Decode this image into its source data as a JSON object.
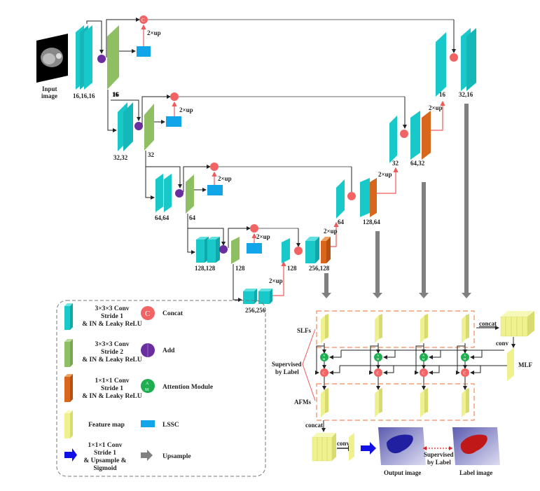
{
  "diagram": {
    "input_label_1": "Input",
    "input_label_2": "image",
    "up_label": "2×up",
    "concat_glyph": "C",
    "encoder": {
      "l1_conv": "16,16,16",
      "l1_down": "16",
      "l1_skip_in": "16",
      "l2_conv": "32,32",
      "l2_down": "32",
      "l3_conv": "64,64",
      "l3_down": "64",
      "l4_conv": "128,128",
      "l4_down": "128",
      "bottleneck": "256,256"
    },
    "decoder": {
      "d4_up": "128",
      "d4_conv": "256,128",
      "d3_up": "64",
      "d3_conv": "128,64",
      "d2_up": "32",
      "d2_conv": "64,32",
      "d1_up": "16",
      "d1_conv": "32,16"
    },
    "fusion": {
      "slfs": "SLFs",
      "afms": "AFMs",
      "supervised_1": "Supervised",
      "supervised_2": "by Label",
      "concat": "concat",
      "conv": "conv",
      "mlf": "MLF",
      "concat_bottom": "concat",
      "conv_bottom": "conv",
      "am_a": "A",
      "am_m": "M"
    },
    "outputs": {
      "output_image": "Output image",
      "label_image": "Label image",
      "supervised_1": "Supervised",
      "supervised_2": "by Label"
    }
  },
  "legend": {
    "items": [
      {
        "icon": "cyan-conv-block",
        "lines": [
          "3×3×3 Conv",
          "Stride 1",
          "& IN & Leaky ReLU"
        ],
        "color": "#19c8c8"
      },
      {
        "icon": "green-conv-block",
        "lines": [
          "3×3×3 Conv",
          "Stride 2",
          "& IN & Leaky ReLU"
        ],
        "color": "#8ec063"
      },
      {
        "icon": "orange-conv-block",
        "lines": [
          "1×1×1 Conv",
          "Stride 1",
          "& IN & Leaky ReLU"
        ],
        "color": "#d8661c"
      },
      {
        "icon": "feature-map",
        "lines": [
          "Feature map"
        ],
        "color": "#eef18e"
      },
      {
        "icon": "blue-arrow",
        "lines": [
          "1×1×1 Conv",
          "Stride 1",
          "& Upsample &",
          "Sigmoid"
        ],
        "color": "#1010e6"
      }
    ],
    "ops": [
      {
        "icon": "concat-circle",
        "glyph": "C",
        "label": "Concat",
        "color": "#f26464"
      },
      {
        "icon": "add-circle",
        "label": "Add",
        "color": "#6a2ea0"
      },
      {
        "icon": "attention-circle",
        "glyph_a": "A",
        "glyph_m": "M",
        "label": "Attention Module",
        "color": "#1fae4f"
      },
      {
        "icon": "lssc-rect",
        "label": "LSSC",
        "color": "#12a6e8"
      },
      {
        "icon": "gray-arrow",
        "label": "Upsample",
        "color": "#7a7a7a"
      }
    ]
  },
  "colors": {
    "cyan": "#19c8c8",
    "green": "#8ec063",
    "orange": "#d8661c",
    "lssc": "#12a6e8",
    "concat": "#f26464",
    "add": "#6a2ea0",
    "attention": "#1fae4f",
    "feature": "#eef18e",
    "upsample_arrow": "#808080",
    "red_line": "#f05a5a",
    "dash_orange": "#f08a5a"
  }
}
